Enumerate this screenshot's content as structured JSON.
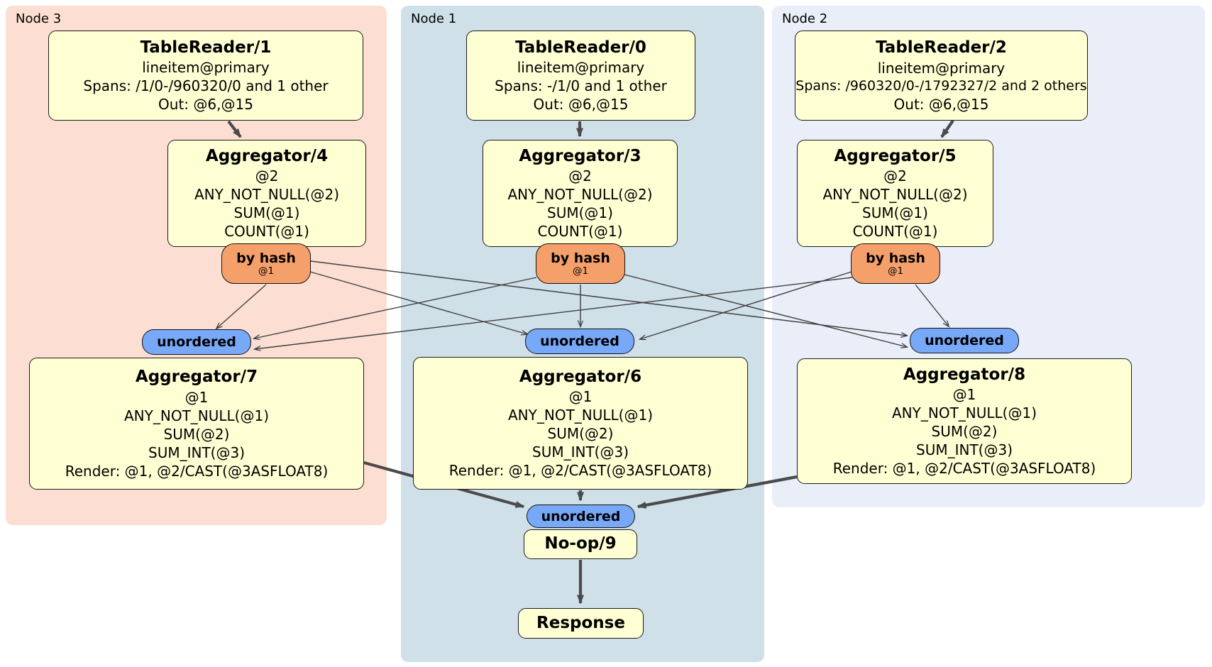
{
  "regions": [
    {
      "label": "Node 3"
    },
    {
      "label": "Node 1"
    },
    {
      "label": "Node 2"
    }
  ],
  "processors": {
    "tablereader1": {
      "title": "TableReader/1",
      "lines": [
        "lineitem@primary",
        "Spans: /1/0-/960320/0 and 1 other",
        "Out: @6,@15"
      ]
    },
    "tablereader0": {
      "title": "TableReader/0",
      "lines": [
        "lineitem@primary",
        "Spans: -/1/0 and 1 other",
        "Out: @6,@15"
      ]
    },
    "tablereader2": {
      "title": "TableReader/2",
      "lines": [
        "lineitem@primary",
        "Spans: /960320/0-/1792327/2 and 2 others",
        "Out: @6,@15"
      ]
    },
    "aggregator4": {
      "title": "Aggregator/4",
      "lines": [
        "@2",
        "ANY_NOT_NULL(@2)",
        "SUM(@1)",
        "COUNT(@1)"
      ]
    },
    "aggregator3": {
      "title": "Aggregator/3",
      "lines": [
        "@2",
        "ANY_NOT_NULL(@2)",
        "SUM(@1)",
        "COUNT(@1)"
      ]
    },
    "aggregator5": {
      "title": "Aggregator/5",
      "lines": [
        "@2",
        "ANY_NOT_NULL(@2)",
        "SUM(@1)",
        "COUNT(@1)"
      ]
    },
    "aggregator7": {
      "title": "Aggregator/7",
      "lines": [
        "@1",
        "ANY_NOT_NULL(@1)",
        "SUM(@2)",
        "SUM_INT(@3)",
        "Render: @1, @2/CAST(@3ASFLOAT8)"
      ]
    },
    "aggregator6": {
      "title": "Aggregator/6",
      "lines": [
        "@1",
        "ANY_NOT_NULL(@1)",
        "SUM(@2)",
        "SUM_INT(@3)",
        "Render: @1, @2/CAST(@3ASFLOAT8)"
      ]
    },
    "aggregator8": {
      "title": "Aggregator/8",
      "lines": [
        "@1",
        "ANY_NOT_NULL(@1)",
        "SUM(@2)",
        "SUM_INT(@3)",
        "Render: @1, @2/CAST(@3ASFLOAT8)"
      ]
    },
    "noop9": {
      "title": "No-op/9"
    },
    "response": {
      "title": "Response"
    }
  },
  "router": {
    "label": "by hash",
    "key": "@1"
  },
  "synchronizer": {
    "label": "unordered"
  },
  "edges": [
    {
      "from": "TableReader/1",
      "to": "Aggregator/4"
    },
    {
      "from": "TableReader/0",
      "to": "Aggregator/3"
    },
    {
      "from": "TableReader/2",
      "to": "Aggregator/5"
    },
    {
      "from": "Aggregator/4 by hash",
      "to": "unordered Node 3"
    },
    {
      "from": "Aggregator/4 by hash",
      "to": "unordered Node 1"
    },
    {
      "from": "Aggregator/4 by hash",
      "to": "unordered Node 2"
    },
    {
      "from": "Aggregator/3 by hash",
      "to": "unordered Node 3"
    },
    {
      "from": "Aggregator/3 by hash",
      "to": "unordered Node 1"
    },
    {
      "from": "Aggregator/3 by hash",
      "to": "unordered Node 2"
    },
    {
      "from": "Aggregator/5 by hash",
      "to": "unordered Node 3"
    },
    {
      "from": "Aggregator/5 by hash",
      "to": "unordered Node 1"
    },
    {
      "from": "Aggregator/5 by hash",
      "to": "unordered Node 2"
    },
    {
      "from": "Aggregator/7",
      "to": "unordered No-op/9"
    },
    {
      "from": "Aggregator/6",
      "to": "unordered No-op/9"
    },
    {
      "from": "Aggregator/8",
      "to": "unordered No-op/9"
    },
    {
      "from": "No-op/9",
      "to": "Response"
    }
  ],
  "colors": {
    "node3_bg": "#fcdfd2",
    "node1_bg": "#cfe0e9",
    "node2_bg": "#e9eef9",
    "box_fill": "#ffffd4",
    "router_fill": "#f5a06b",
    "sync_fill": "#78a8f8",
    "edge": "#4b4b4b"
  }
}
